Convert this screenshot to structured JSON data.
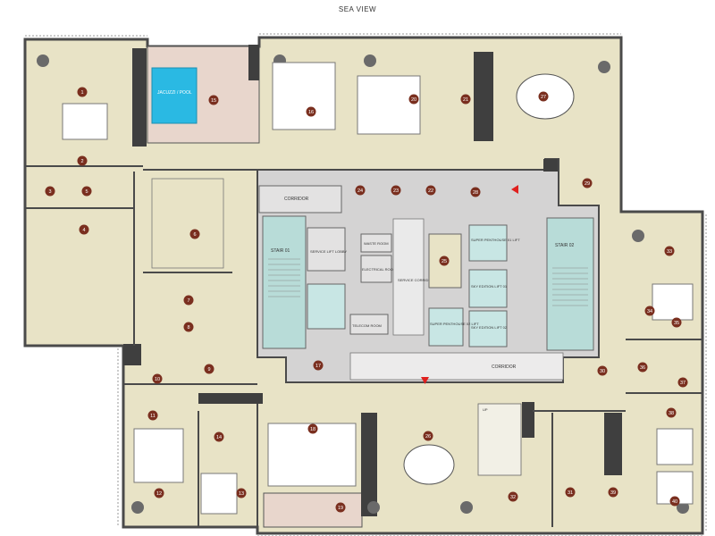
{
  "title": "SEA VIEW",
  "colors": {
    "floor": "#e8e3c6",
    "core": "#d4d3d3",
    "wall": "#4a4a4a",
    "marker": "#7a2f1f",
    "water": "#2ab9e3",
    "deck": "#e8d6cc",
    "arrow": "#e0201e"
  },
  "labels": {
    "jacuzzi": "JACUZZI / POOL",
    "corridor_top": "CORRIDOR",
    "service_lift_lobby": "SERVICE LIFT LOBBY",
    "waste_room": "WASTE ROOM",
    "electrical_room": "ELECTRICAL ROOM",
    "telecom_room": "TELECOM ROOM",
    "service_corridor": "SERVICE CORRIDOR",
    "stair_01": "STAIR 01",
    "stair_02": "STAIR 02",
    "super_penthouse_01_lift": "SUPER PENTHOUSE 01 LIFT",
    "sky_edition_lift_01": "SKY EDITION LIFT 01",
    "sky_edition_lift_02": "SKY EDITION LIFT 02",
    "super_penthouse_02_lift": "SUPER PENTHOUSE 02 LIFT",
    "corridor_bottom": "CORRIDOR",
    "up": "UP"
  },
  "rooms": [
    "1",
    "2",
    "3",
    "4",
    "5",
    "6",
    "7",
    "8",
    "9",
    "10",
    "11",
    "12",
    "13",
    "14",
    "15",
    "16",
    "17",
    "18",
    "19",
    "20",
    "21",
    "22",
    "23",
    "24",
    "25",
    "26",
    "27",
    "28",
    "29",
    "30",
    "31",
    "32",
    "33",
    "34",
    "35",
    "36",
    "37",
    "38",
    "39",
    "40"
  ]
}
